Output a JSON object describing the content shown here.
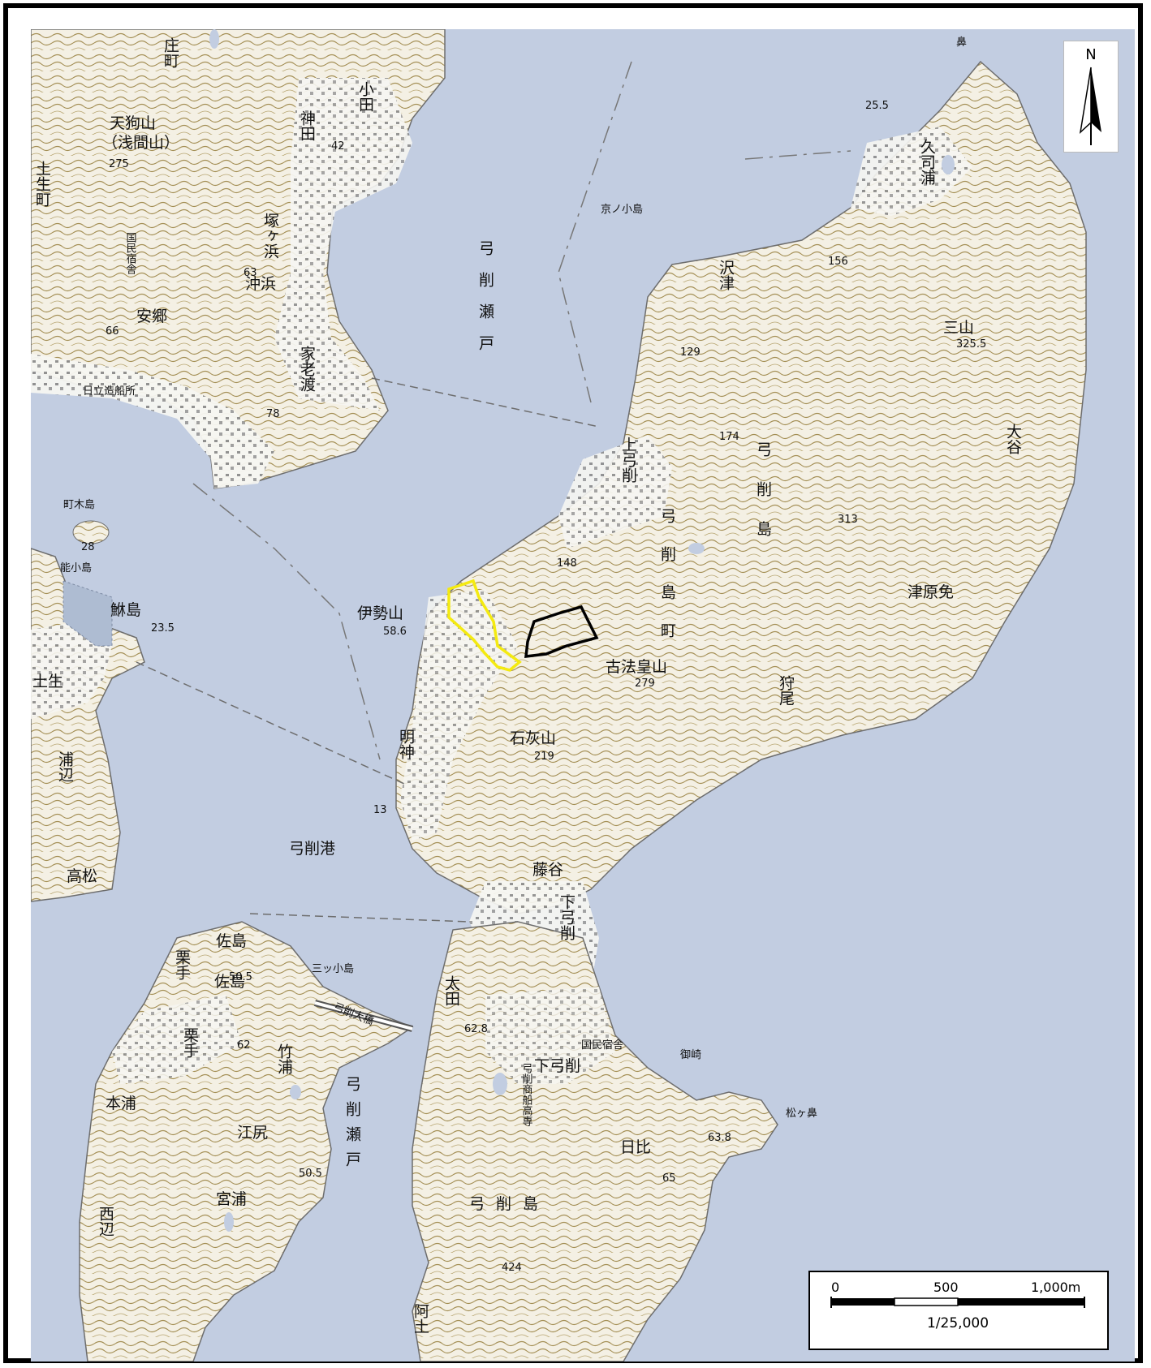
{
  "map": {
    "scale_text": "1/25,000",
    "scale_ticks": [
      "0",
      "500",
      "1,000m"
    ],
    "north_label": "N",
    "colors": {
      "water": "#c2cde1",
      "land": "#f4f0e4",
      "contour": "#9c8a52",
      "outline_yellow": "#f4ea10",
      "outline_black": "#000000"
    },
    "labels": {
      "tenguyama": "天狗山",
      "sengenzan": "（浅間山）",
      "shomachi": "庄町",
      "habu_town": "土生町",
      "kanda": "神田",
      "oda": "小田",
      "tsukagahama": "塚ヶ浜",
      "okihama": "沖浜",
      "kokumin_shukusha_1": "国民宿舎",
      "ago": "安郷",
      "kaerodo": "家老渡",
      "hitachi_zosen": "日立造船所",
      "yugeseto_1": "弓削瀬戸",
      "kyonokojima": "京ノ小島",
      "kushiura": "久司浦",
      "sawazu": "沢津",
      "mitsuyama": "三山",
      "kamiyuge": "上弓削",
      "yugeshima_town": "弓削島町",
      "yugeshima_1": "弓削島",
      "ishizeyama": "伊勢山",
      "koganeyama": "古法皇山",
      "karuo": "狩尾",
      "tsuharago": "津原免",
      "ooya": "大谷",
      "sekkaizan": "石灰山",
      "myojin": "明神",
      "yugeko": "弓削港",
      "fujitani": "藤谷",
      "shimoyuge_1": "下弓削",
      "nonokojima": "能小島",
      "shikinoki": "町木島",
      "sakishima": "鮴島",
      "habu": "土生",
      "urabe": "浦辺",
      "takamatsu": "高松",
      "sashima": "佐島",
      "kurite": "栗手",
      "mitsukojima": "三ッ小島",
      "yugeohashi": "弓削大橋",
      "takenoura": "竹浦",
      "motoura": "本浦",
      "ejiri": "江尻",
      "miyaura": "宮浦",
      "nishibe": "西辺",
      "yugeseto_2": "弓削瀬戸",
      "ota": "太田",
      "kokumin_shukusha_2": "国民宿舎",
      "shimoyuge_2": "下弓削",
      "yuge_shosen": "弓削商船高専",
      "hibi": "日比",
      "misaki": "御崎",
      "matsugahana": "松ヶ鼻",
      "yugeshima_2": "弓削島",
      "hana": "鼻",
      "hana2": "阿土"
    },
    "spot_heights": [
      "275",
      "42",
      "63",
      "66",
      "78",
      "25.5",
      "156",
      "325.5",
      "129",
      "174",
      "313",
      "148",
      "58.6",
      "279",
      "219",
      "13",
      "23.5",
      "28",
      "50.5",
      "62",
      "62.8",
      "63.8",
      "65",
      "50.5",
      "424"
    ]
  }
}
